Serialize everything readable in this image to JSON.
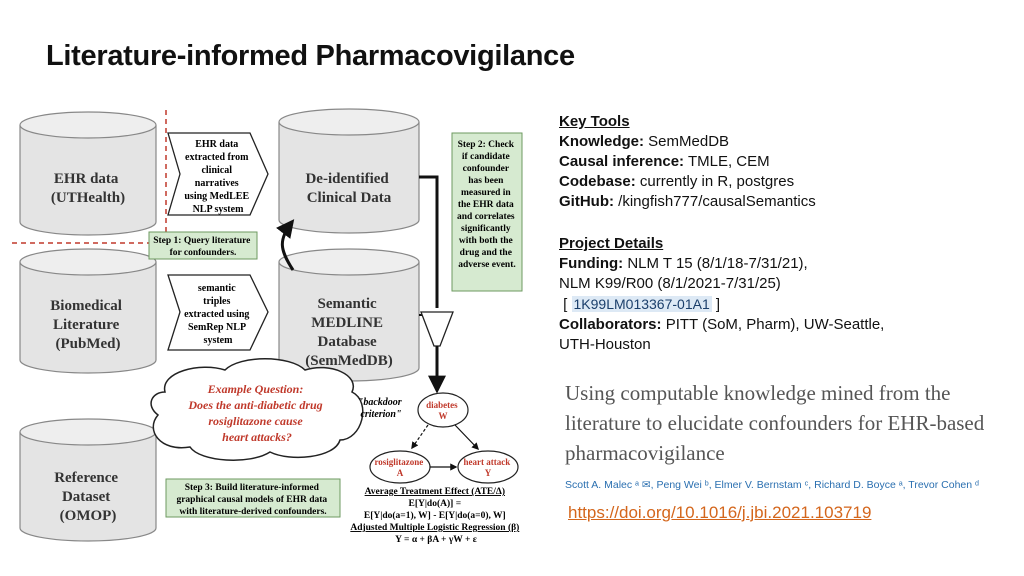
{
  "title": "Literature-informed Pharmacovigilance",
  "diagram": {
    "ehr_data": [
      "EHR data",
      "(UTHealth)"
    ],
    "biomedical_literature": [
      "Biomedical",
      "Literature",
      "(PubMed)"
    ],
    "reference_dataset": [
      "Reference",
      "Dataset",
      "(OMOP)"
    ],
    "deidentified": [
      "De-identified",
      "Clinical Data"
    ],
    "semantic_medline": [
      "Semantic",
      "MEDLINE",
      "Database",
      "(SemMedDB)"
    ],
    "ehr_arrow_text": [
      "EHR data",
      "extracted from",
      "clinical",
      "narratives",
      "using MedLEE",
      "NLP system"
    ],
    "semrep_arrow_text": [
      "semantic",
      "triples",
      "extracted using",
      "SemRep NLP",
      "system"
    ],
    "step1": [
      "Step 1: Query literature",
      "for  confounders."
    ],
    "step2": [
      "Step 2: Check",
      "if candidate",
      "confounder",
      "has   been",
      "measured in",
      "the EHR data",
      "and correlates",
      "significantly",
      "with both the",
      "drug and the",
      "adverse event."
    ],
    "step3": [
      "Step 3: Build literature-informed",
      "graphical causal models of EHR data",
      "with literature-derived confounders."
    ],
    "example_question": [
      "Example Question:",
      "Does the anti-diabetic drug",
      "rosiglitazone cause",
      "heart attacks?"
    ],
    "backdoor": [
      "\"backdoor",
      "criterion\""
    ],
    "diabetes": [
      "diabetes",
      "W"
    ],
    "rosiglitazone": [
      "rosiglitazone",
      "A"
    ],
    "heart_attack": [
      "heart attack",
      "Y"
    ],
    "ate_label": "Average Treatment Effect (ATE/Δ)",
    "ate_formula1": "E[Y|do(A)] =",
    "ate_formula2": "E[Y|do(a=1), W] - E[Y|do(a=0), W]",
    "regression_label": "Adjusted Multiple Logistic Regression (β)",
    "regression_formula": "Y = α + βA + γW + ε"
  },
  "key_tools": {
    "heading": "Key Tools",
    "knowledge_label": "Knowledge:",
    "knowledge_value": "SemMedDB",
    "causal_label": "Causal inference:",
    "causal_value": "TMLE, CEM",
    "codebase_label": "Codebase:",
    "codebase_value": "currently in R, postgres",
    "github_label": "GitHub:",
    "github_value": "/kingfish777/causalSemantics"
  },
  "project_details": {
    "heading": "Project Details",
    "funding_label": "Funding:",
    "funding_value1": "NLM T 15 (8/1/18-7/31/21),",
    "funding_value2": "NLM K99/R00 (8/1/2021-7/31/25)",
    "bracket_open": "[",
    "grant": "1K99LM013367-01A1",
    "bracket_close": "]",
    "collab_label": "Collaborators:",
    "collab_value1": "PITT (SoM, Pharm), UW-Seattle,",
    "collab_value2": "UTH-Houston"
  },
  "paper": {
    "title": "Using computable knowledge mined from the literature to elucidate confounders for EHR-based pharmacovigilance",
    "authors": "Scott A. Malec ᵃ ✉, Peng Wei ᵇ, Elmer V. Bernstam ᶜ, Richard D. Boyce ᵃ, Trevor Cohen ᵈ",
    "doi": "https://doi.org/10.1016/j.jbi.2021.103719"
  }
}
